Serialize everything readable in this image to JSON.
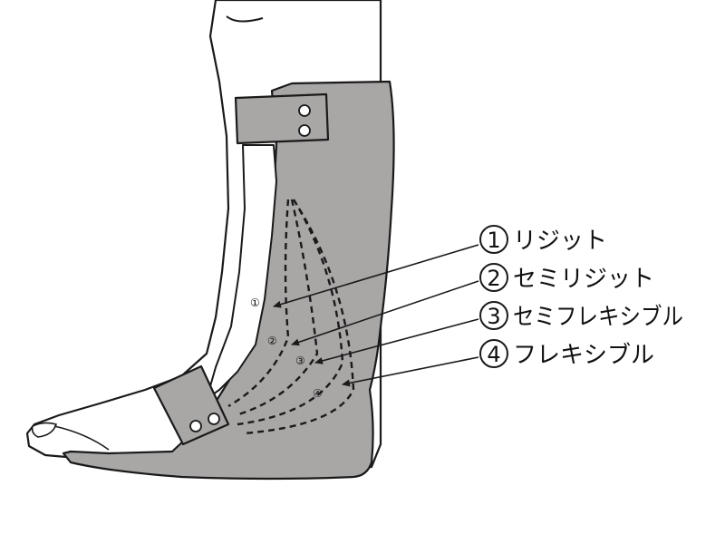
{
  "labels": [
    {
      "num": "1",
      "text": "リジット"
    },
    {
      "num": "2",
      "text": "セミリジット"
    },
    {
      "num": "3",
      "text": "セミフレキシブル"
    },
    {
      "num": "4",
      "text": "フレキシブル"
    }
  ],
  "markers": [
    "①",
    "②",
    "③",
    "④"
  ],
  "colors": {
    "brace": "#a9a6a6",
    "outline": "#1a1a1a",
    "skin": "#ffffff"
  }
}
